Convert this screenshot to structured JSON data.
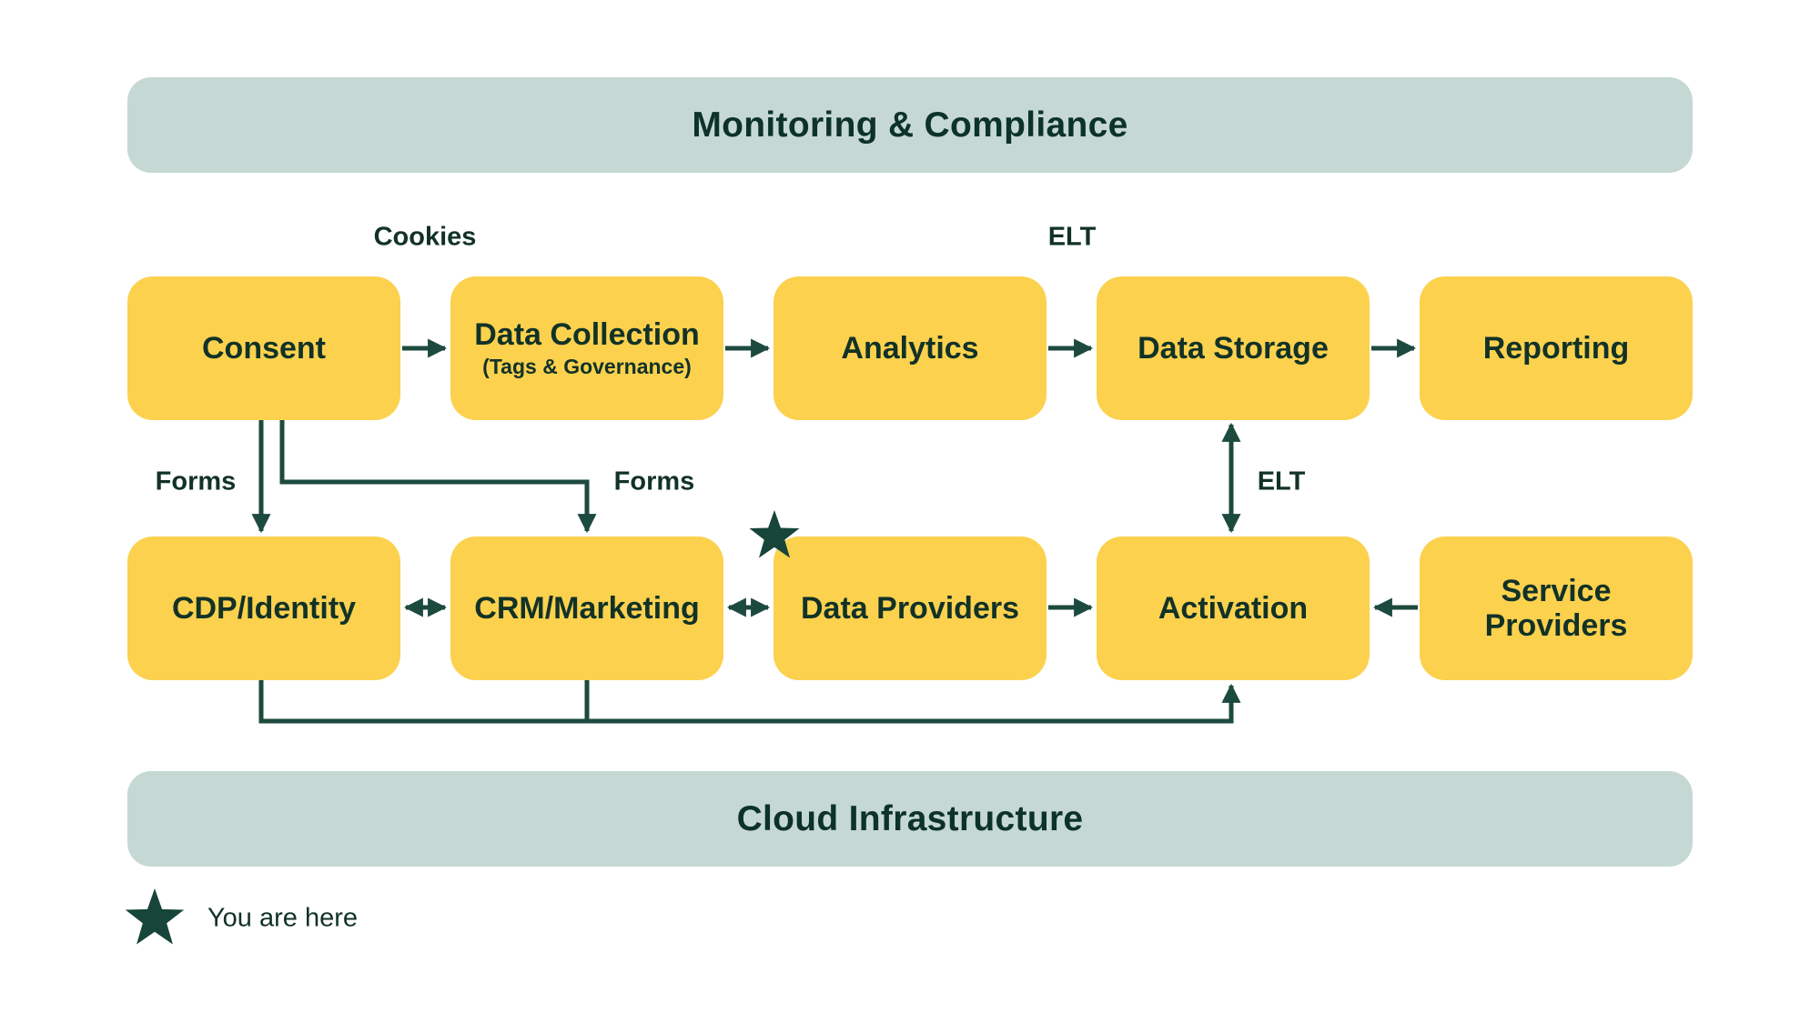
{
  "banners": {
    "top": "Monitoring & Compliance",
    "bottom": "Cloud Infrastructure"
  },
  "nodes": {
    "consent": {
      "label": "Consent"
    },
    "data_collection": {
      "label": "Data Collection",
      "sublabel": "(Tags & Governance)"
    },
    "analytics": {
      "label": "Analytics"
    },
    "data_storage": {
      "label": "Data Storage"
    },
    "reporting": {
      "label": "Reporting"
    },
    "cdp_identity": {
      "label": "CDP/Identity"
    },
    "crm_marketing": {
      "label": "CRM/Marketing"
    },
    "data_providers": {
      "label": "Data Providers"
    },
    "activation": {
      "label": "Activation"
    },
    "service_providers": {
      "label": "Service Providers"
    }
  },
  "edge_labels": {
    "cookies": "Cookies",
    "elt_top": "ELT",
    "forms_left": "Forms",
    "forms_right": "Forms",
    "elt_mid": "ELT"
  },
  "legend": {
    "marker": "star-icon",
    "text": "You are here"
  },
  "colors": {
    "background": "#FFFFFF",
    "node_fill": "#FBD14E",
    "banner_fill": "#C5D8D4",
    "text": "#123227",
    "connector": "#1C4A3E",
    "star": "#174539"
  }
}
